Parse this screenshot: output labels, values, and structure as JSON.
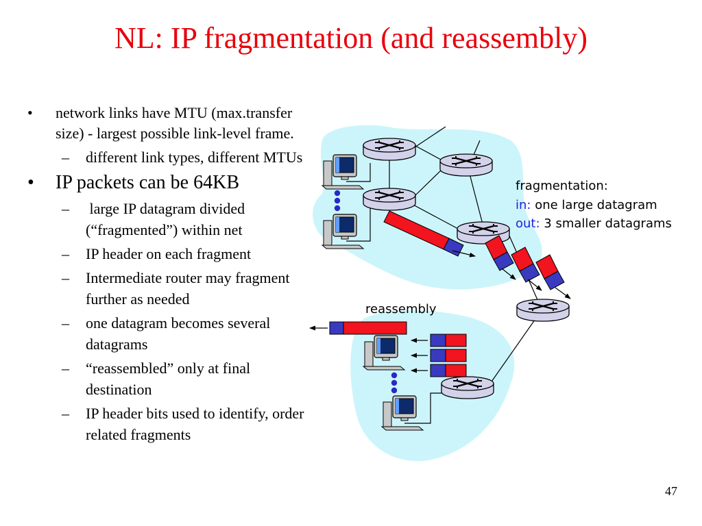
{
  "slide": {
    "title": "NL: IP fragmentation (and reassembly)",
    "title_color": "#e8000b",
    "page_number": "47"
  },
  "bullets": [
    {
      "level": 1,
      "marker": "•",
      "text": "network links have MTU (max.transfer size) - largest possible link-level frame."
    },
    {
      "level": 2,
      "marker": "–",
      "text": "different link types, different MTUs"
    },
    {
      "level": 1,
      "marker": "•",
      "text": "IP packets can be 64KB",
      "size": "big"
    },
    {
      "level": 2,
      "marker": "–",
      "text": " large IP datagram divided (“fragmented”) within net"
    },
    {
      "level": 2,
      "marker": "–",
      "text": "IP header on each fragment"
    },
    {
      "level": 2,
      "marker": "–",
      "text": "Intermediate router may fragment further as needed"
    },
    {
      "level": 2,
      "marker": "–",
      "text": "one datagram becomes several datagrams"
    },
    {
      "level": 2,
      "marker": "–",
      "text": "“reassembled” only at final destination"
    },
    {
      "level": 2,
      "marker": "–",
      "text": "IP header bits used to identify, order related fragments"
    }
  ],
  "diagram": {
    "fragmentation_label": "fragmentation:",
    "in_key": "in:",
    "in_value": " one large datagram",
    "out_key": "out:",
    "out_value": " 3 smaller datagrams",
    "reassembly_label": "reassembly",
    "colors": {
      "cloud": "#ccf5fb",
      "router": "#d2d2ea",
      "header": "#3a3ac0",
      "payload": "#f2141e",
      "key_text": "#1d1de0"
    }
  }
}
